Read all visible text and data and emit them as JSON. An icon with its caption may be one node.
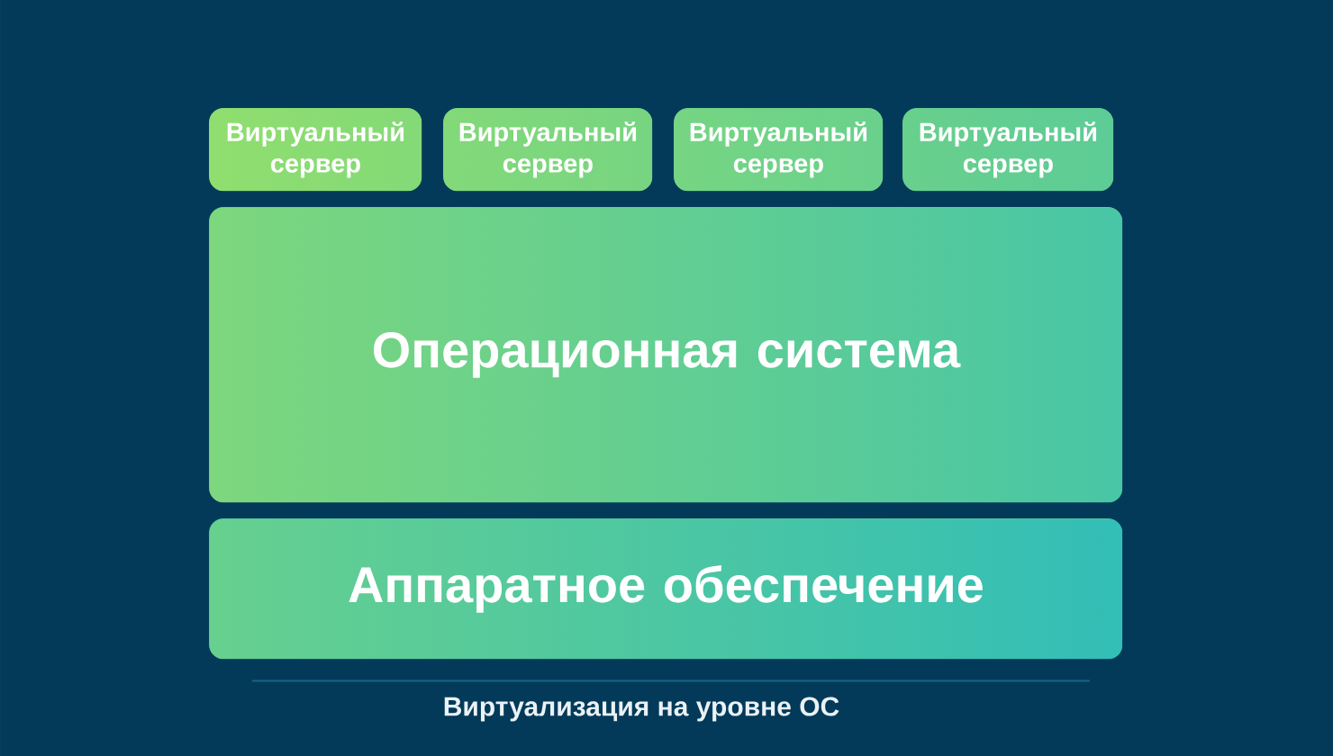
{
  "diagram": {
    "nodes": [
      {
        "text": [
          "Виртуальный сервер"
        ]
      },
      {
        "text": [
          "Виртуальный сервер"
        ]
      },
      {
        "text": [
          "Виртуальный сервер"
        ]
      },
      {
        "text": [
          "Виртуальный сервер"
        ]
      },
      {
        "text": [
          "Операционная система"
        ]
      },
      {
        "text": [
          "Аппаратное обеспечение"
        ]
      }
    ],
    "caption": "Виртуализация на уровне ОС"
  }
}
